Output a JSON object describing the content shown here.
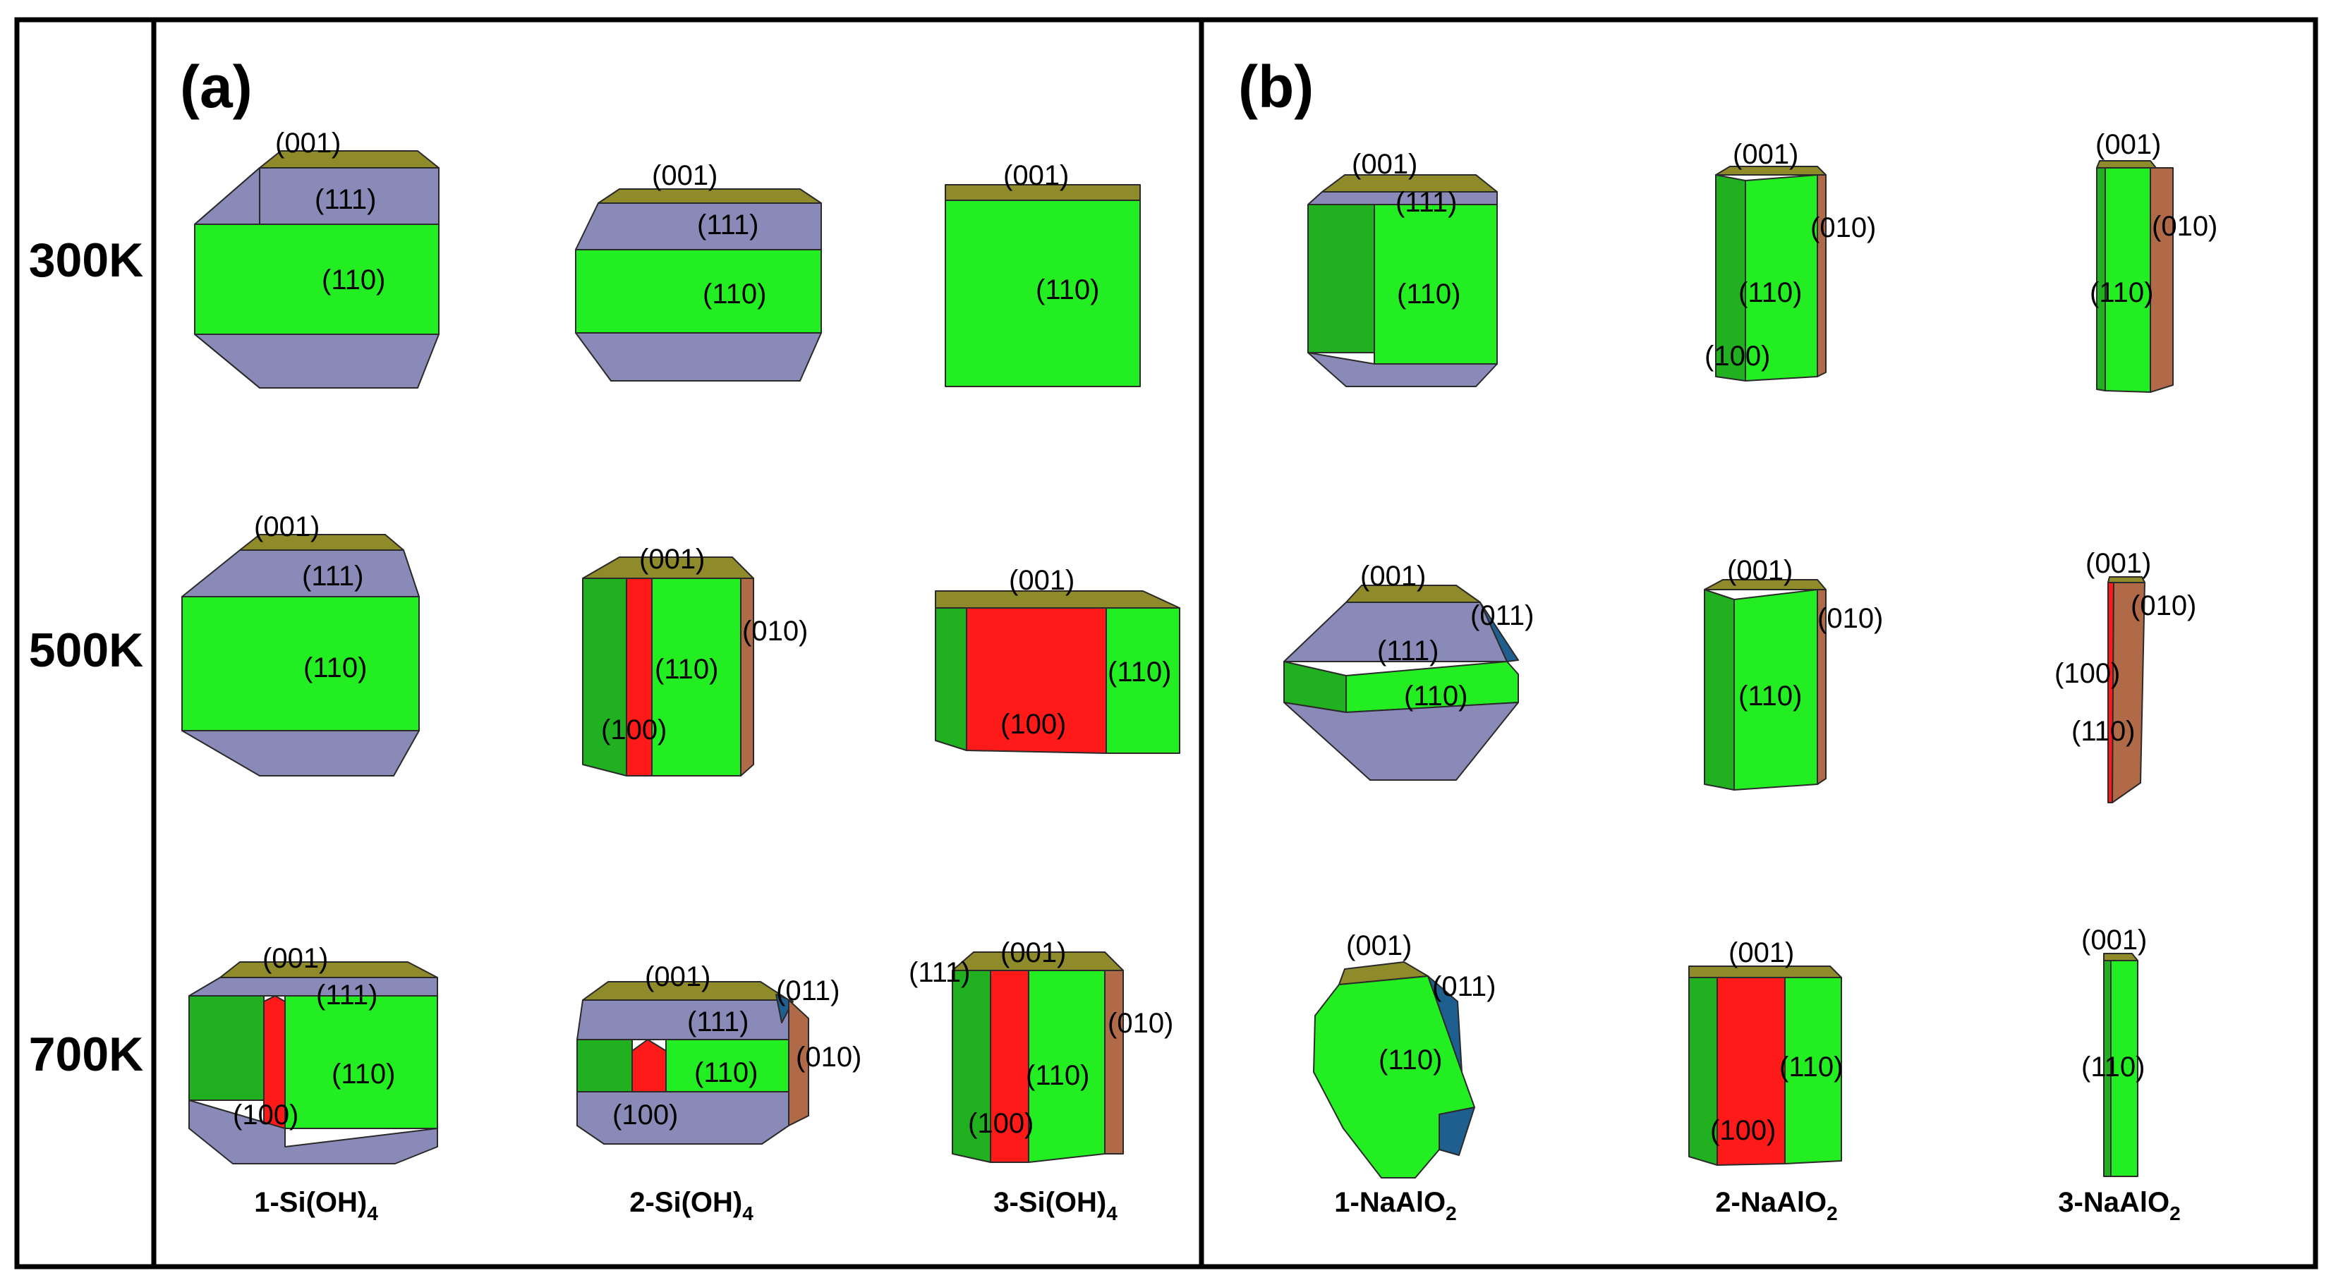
{
  "row_labels": [
    "300K",
    "500K",
    "700K"
  ],
  "panels": [
    {
      "label": "(a)",
      "columns": [
        {
          "name": "1-Si(OH)",
          "sub": "4"
        },
        {
          "name": "2-Si(OH)",
          "sub": "4"
        },
        {
          "name": "3-Si(OH)",
          "sub": "4"
        }
      ]
    },
    {
      "label": "(b)",
      "columns": [
        {
          "name": "1-NaAlO",
          "sub": "2"
        },
        {
          "name": "2-NaAlO",
          "sub": "2"
        },
        {
          "name": "3-NaAlO",
          "sub": "2"
        }
      ]
    }
  ],
  "face_colors": {
    "001": "#8f8a2a",
    "111": "#8a8ab8",
    "110": "#22ee22",
    "110_side": "#20b020",
    "100": "#ff1a1a",
    "010": "#b06a48",
    "011": "#1f5f8f"
  },
  "crystals": {
    "a_300_1": {
      "labels": [
        "(001)",
        "(111)",
        "(110)"
      ]
    },
    "a_300_2": {
      "labels": [
        "(001)",
        "(111)",
        "(110)"
      ]
    },
    "a_300_3": {
      "labels": [
        "(001)",
        "(110)"
      ]
    },
    "a_500_1": {
      "labels": [
        "(001)",
        "(111)",
        "(110)"
      ]
    },
    "a_500_2": {
      "labels": [
        "(001)",
        "(010)",
        "(110)",
        "(100)"
      ]
    },
    "a_500_3": {
      "labels": [
        "(001)",
        "(110)",
        "(100)"
      ]
    },
    "a_700_1": {
      "labels": [
        "(001)",
        "(111)",
        "(110)",
        "(100)"
      ]
    },
    "a_700_2": {
      "labels": [
        "(001)",
        "(011)",
        "(111)",
        "(010)",
        "(110)",
        "(100)"
      ]
    },
    "a_700_3": {
      "labels": [
        "(111)",
        "(001)",
        "(010)",
        "(110)",
        "(100)"
      ]
    },
    "b_300_1": {
      "labels": [
        "(001)",
        "(111)",
        "(110)"
      ]
    },
    "b_300_2": {
      "labels": [
        "(001)",
        "(010)",
        "(110)",
        "(100)"
      ]
    },
    "b_300_3": {
      "labels": [
        "(001)",
        "(010)",
        "(110)"
      ]
    },
    "b_500_1": {
      "labels": [
        "(001)",
        "(011)",
        "(111)",
        "(110)"
      ]
    },
    "b_500_2": {
      "labels": [
        "(001)",
        "(010)",
        "(110)"
      ]
    },
    "b_500_3": {
      "labels": [
        "(001)",
        "(010)",
        "(100)",
        "(110)"
      ]
    },
    "b_700_1": {
      "labels": [
        "(001)",
        "(011)",
        "(110)"
      ]
    },
    "b_700_2": {
      "labels": [
        "(001)",
        "(110)",
        "(100)"
      ]
    },
    "b_700_3": {
      "labels": [
        "(001)",
        "(110)"
      ]
    }
  }
}
